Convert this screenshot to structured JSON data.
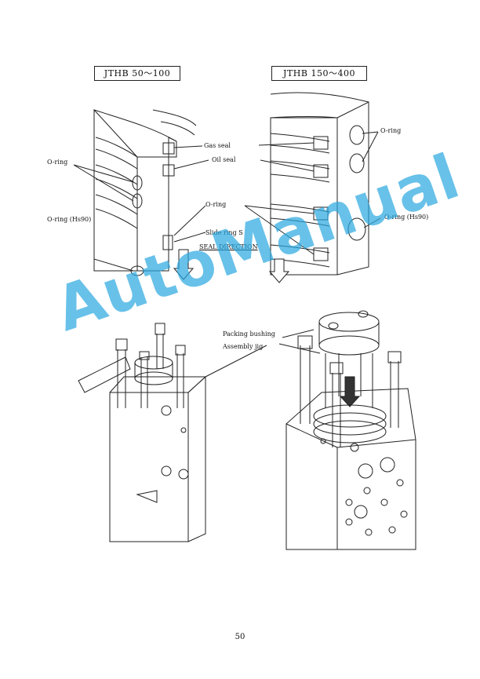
{
  "titles": {
    "left": "JTHB 50～100",
    "right": "JTHB 150～400"
  },
  "labels": {
    "gas_seal": "Gas seal",
    "oil_seal": "Oil seal",
    "oring_left": "O-ring",
    "oring_hs90_left": "O-ring (Hs90)",
    "oring_center": "O-ring",
    "slide_ring": "Slide ring  S",
    "seal_direction": "SEAL DIRECTION",
    "oring_right": "O-ring",
    "oring_hs90_right": "O-ring (Hs90)",
    "packing_bushing": "Packing bushing",
    "assembly_jig": "Assembly jig"
  },
  "watermark": "AutoManual",
  "page_number": "50",
  "colors": {
    "ink": "#222222",
    "watermark": "#29a8e0",
    "highlight": "#4aa3d8"
  }
}
